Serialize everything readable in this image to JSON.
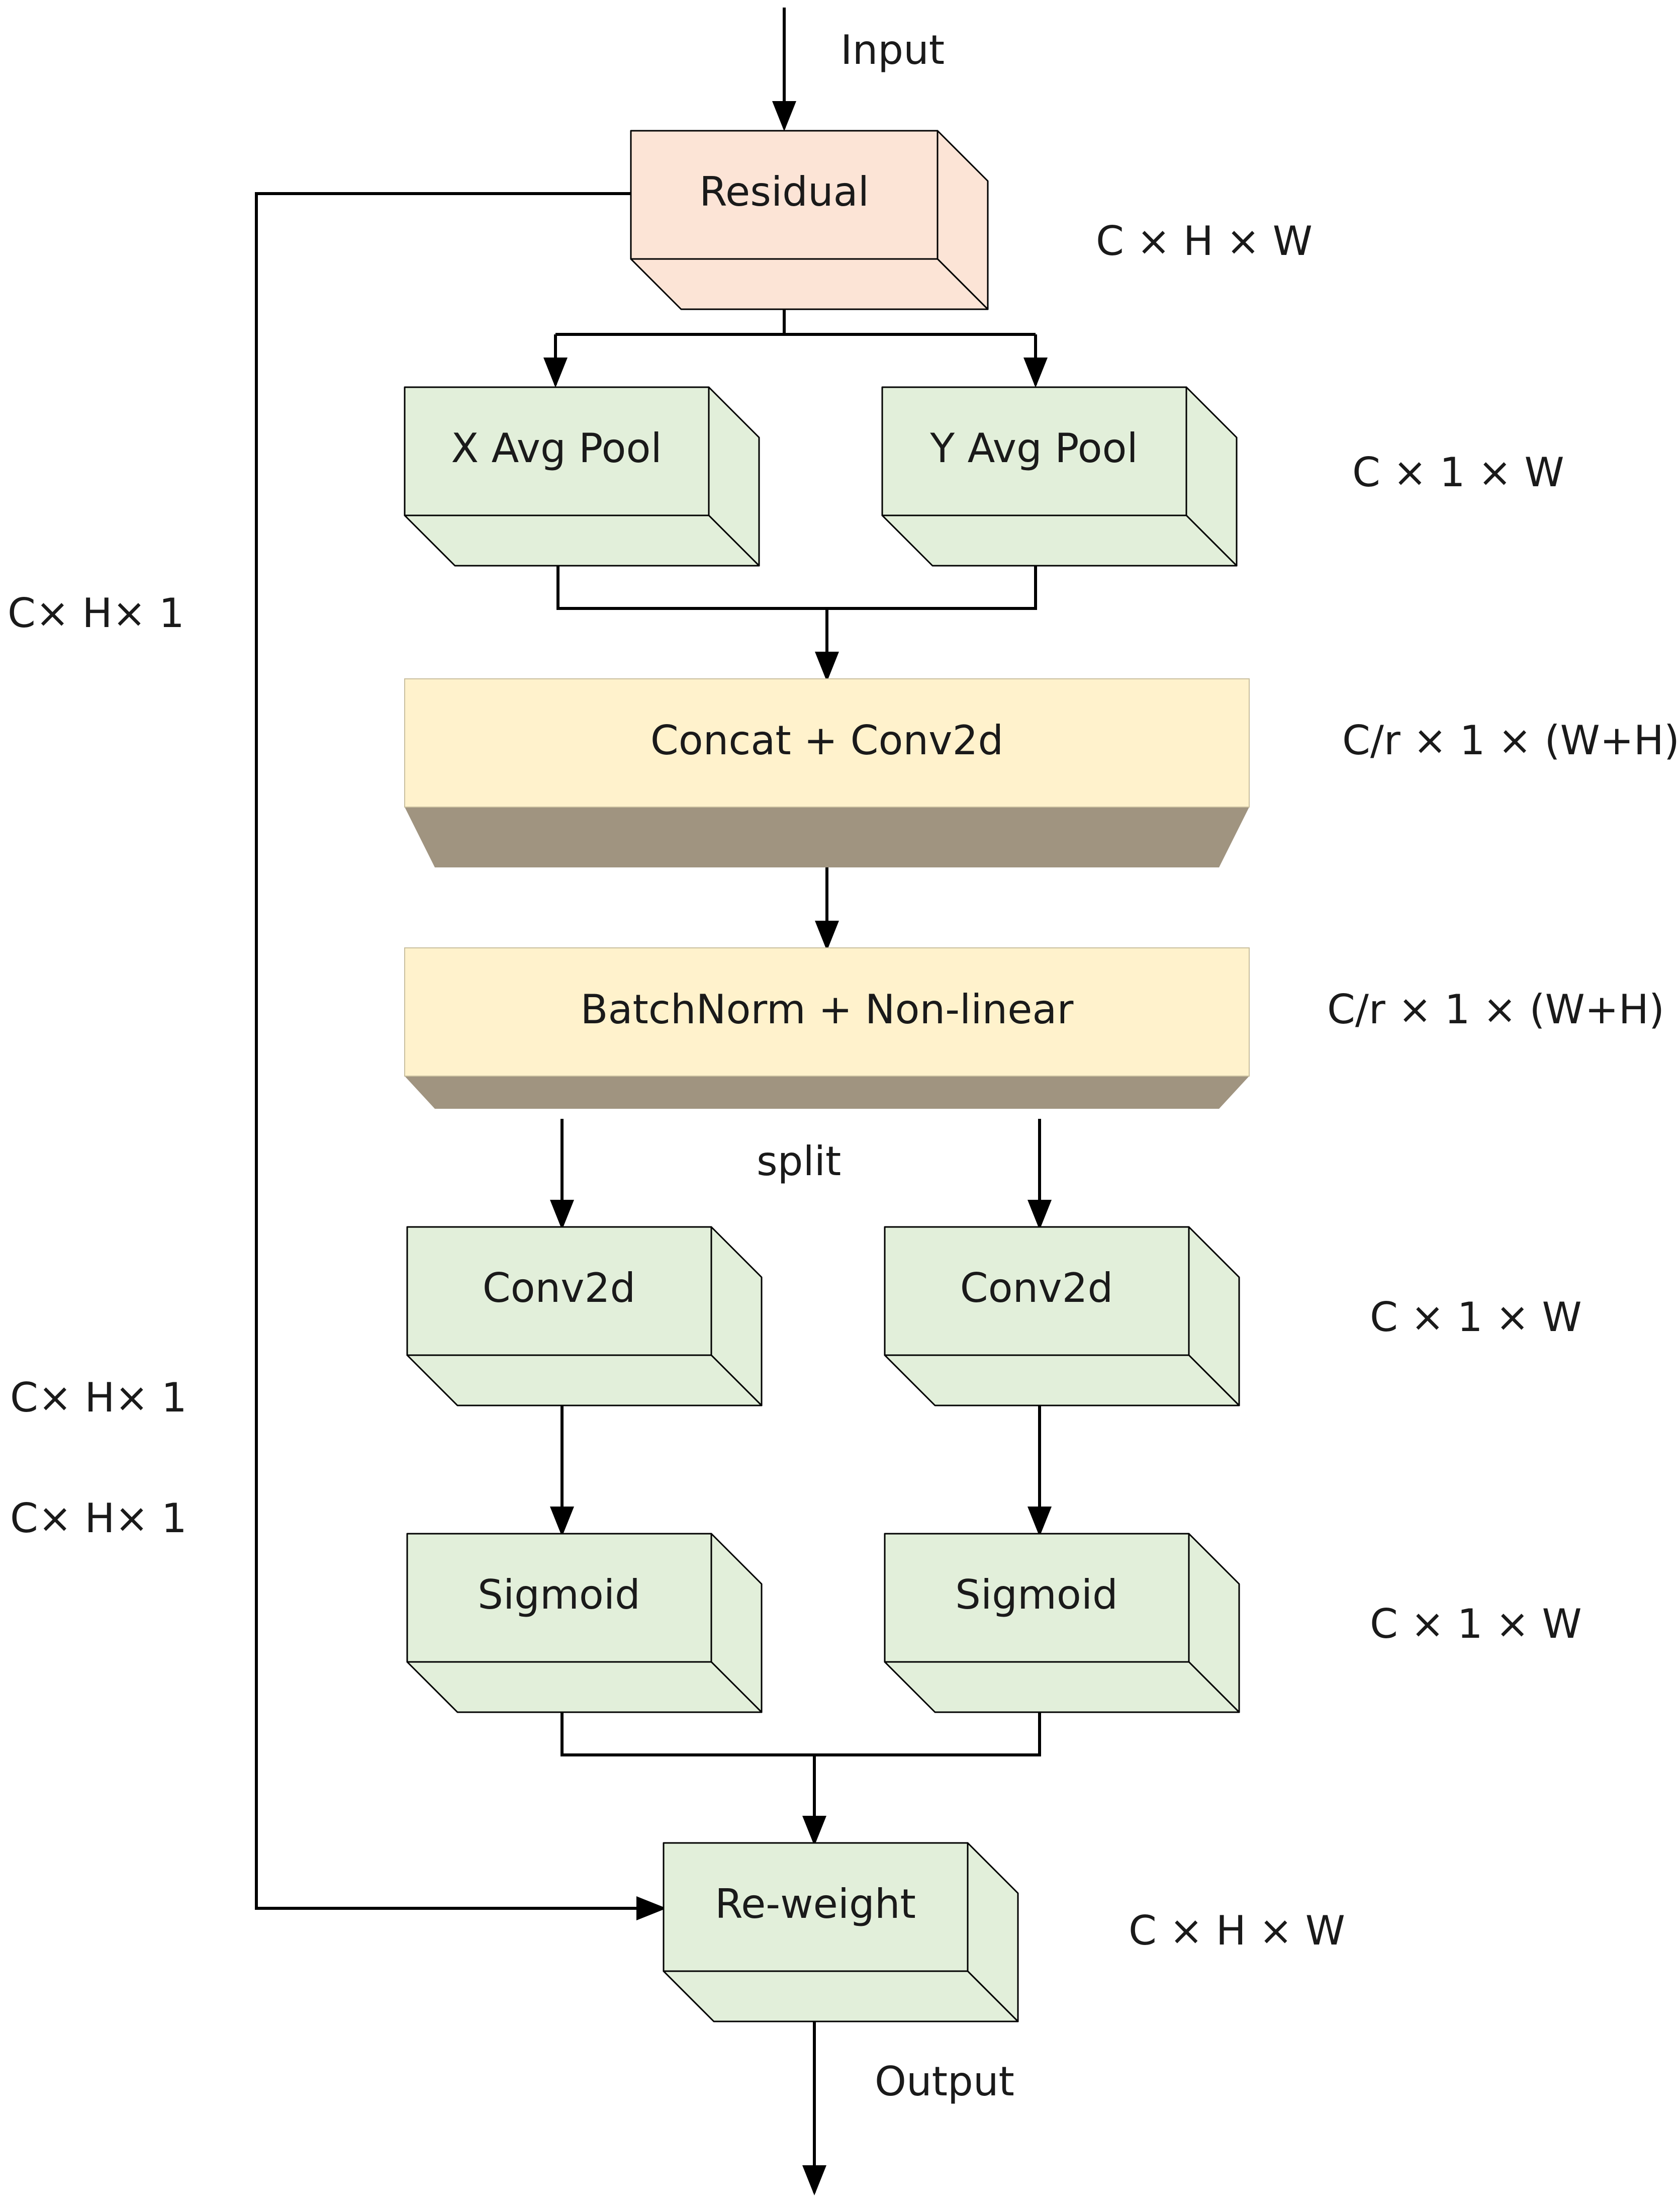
{
  "flow": {
    "input_label": "Input",
    "output_label": "Output",
    "split_label": "split"
  },
  "blocks": {
    "residual": "Residual",
    "x_avg_pool": "X Avg Pool",
    "y_avg_pool": "Y Avg Pool",
    "concat_conv": "Concat + Conv2d",
    "batchnorm": "BatchNorm + Non-linear",
    "conv_left": "Conv2d",
    "conv_right": "Conv2d",
    "sigmoid_left": "Sigmoid",
    "sigmoid_right": "Sigmoid",
    "reweight": "Re-weight"
  },
  "dims": {
    "residual": "C × H × W",
    "pool": "C × 1 × W",
    "left_residual_path": "C×  H×  1",
    "concat": "C/r ×  1 × (W+H)",
    "batchnorm": "C/r ×  1 × (W+H)",
    "conv_right": "C × 1 × W",
    "conv_left": "C×  H×  1",
    "sigmoid_left": "C×  H×  1",
    "sigmoid_right": "C × 1 × W",
    "reweight": "C × H × W"
  },
  "colors": {
    "residual_fill": "#fce4d6",
    "green_fill": "#e2efda",
    "yellow_fill": "#fff2cc",
    "shadow_fill": "#a09480",
    "line": "#000000"
  }
}
